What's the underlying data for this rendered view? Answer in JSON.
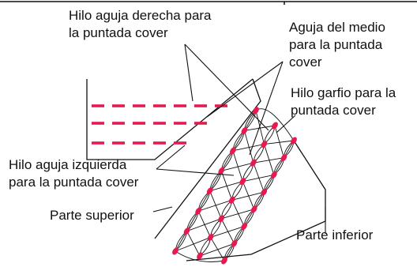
{
  "labels": {
    "right_needle": [
      "Hilo aguja derecha para",
      "la puntada cover"
    ],
    "middle_needle": [
      "Aguja del medio",
      "para la puntada",
      "cover"
    ],
    "looper": [
      "Hilo garfio para la",
      "puntada cover"
    ],
    "left_needle": [
      "Hilo aguja izquierda",
      "para la puntada cover"
    ],
    "top": "Parte superior",
    "bottom": "Parte inferior"
  },
  "colors": {
    "stitch": "#e8194f",
    "line": "#111111",
    "background": "#ffffff"
  }
}
